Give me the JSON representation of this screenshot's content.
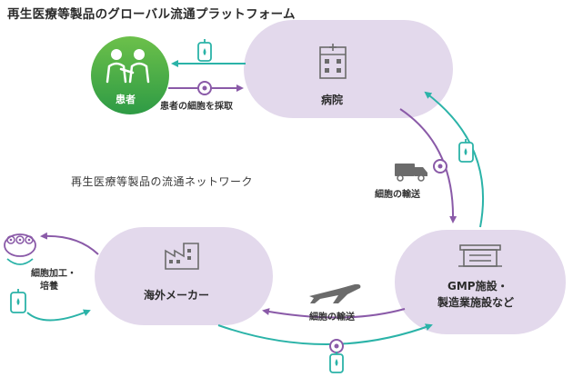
{
  "title": "再生医療等製品のグローバル流通プラットフォーム",
  "network_label": "再生医療等製品の流通ネットワーク",
  "nodes": {
    "patient": "患者",
    "hospital": "病院",
    "overseas_maker": "海外メーカー",
    "gmp_line1": "GMP施設・",
    "gmp_line2": "製造業施設など"
  },
  "edges": {
    "harvest": "患者の細胞を採取",
    "cell_transport_truck": "細胞の輸送",
    "cell_transport_air": "細胞の輸送",
    "processing_line1": "細胞加工・",
    "processing_line2": "培養"
  },
  "colors": {
    "lavender": "#e3d9ec",
    "purple": "#8a5aa8",
    "teal": "#2bb3a8",
    "green": "#3bab47",
    "icon_gray": "#6b6b6b",
    "text": "#2b2b2b"
  }
}
